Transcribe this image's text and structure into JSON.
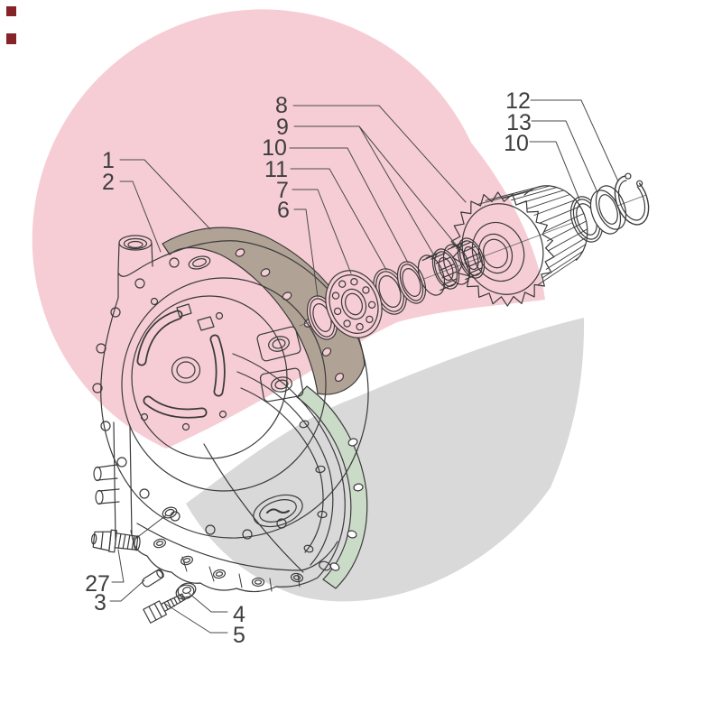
{
  "colors": {
    "watermark_pink": "#f6cdd5",
    "watermark_gray": "#d9d9d9",
    "gasket_tan": "#b0a396",
    "gasket_green": "#cadbc7",
    "marker_red": "#852328",
    "line": "#3a3a3a",
    "label_text": "#3e3e3e"
  },
  "corner_markers": [
    {
      "name": "red-square",
      "color": "#852328"
    },
    {
      "name": "red-square",
      "color": "#852328"
    }
  ],
  "callouts": [
    {
      "label": "1"
    },
    {
      "label": "2"
    },
    {
      "label": "8"
    },
    {
      "label": "9"
    },
    {
      "label": "10"
    },
    {
      "label": "11"
    },
    {
      "label": "7"
    },
    {
      "label": "6"
    },
    {
      "label": "12"
    },
    {
      "label": "13"
    },
    {
      "label": "10"
    },
    {
      "label": "27"
    },
    {
      "label": "3"
    },
    {
      "label": "4"
    },
    {
      "label": "5"
    }
  ]
}
